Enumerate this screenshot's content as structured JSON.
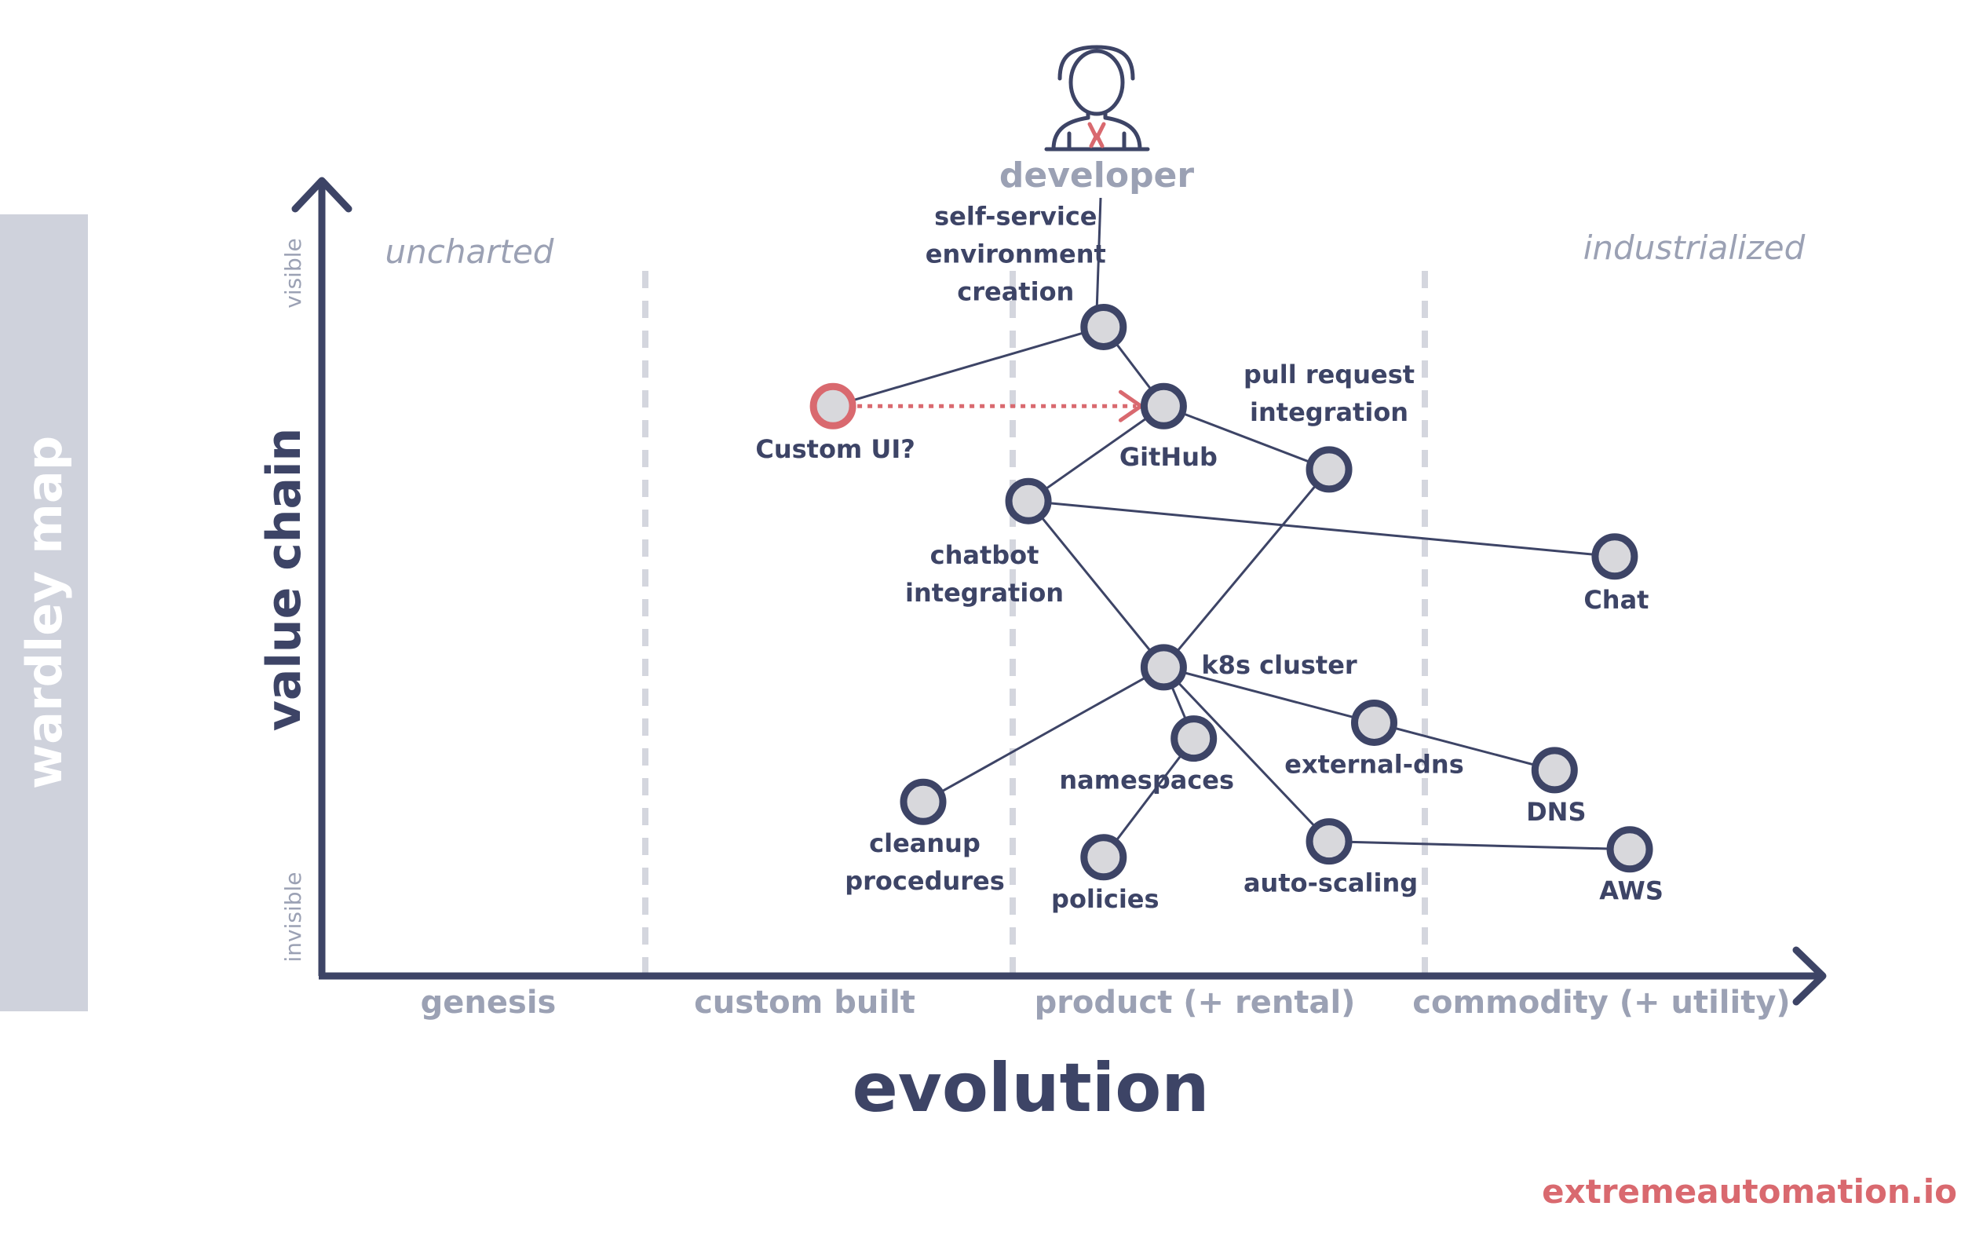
{
  "side_label": "wardley map",
  "actor": {
    "label": "developer",
    "icon": "developer-person-icon"
  },
  "y_axis": {
    "label": "value chain",
    "top": "visible",
    "bottom": "invisible"
  },
  "x_axis": {
    "label": "evolution",
    "stages": [
      "genesis",
      "custom built",
      "product (+ rental)",
      "commodity (+ utility)"
    ]
  },
  "regions": {
    "left": "uncharted",
    "right": "industrialized"
  },
  "components": [
    {
      "id": "sse",
      "label_lines": [
        "self-service",
        "environment",
        "creation"
      ],
      "evolution": 0.52,
      "visibility": 0.82
    },
    {
      "id": "customui",
      "label_lines": [
        "Custom UI?"
      ],
      "evolution": 0.34,
      "visibility": 0.72,
      "highlight": true
    },
    {
      "id": "github",
      "label_lines": [
        "GitHub"
      ],
      "evolution": 0.56,
      "visibility": 0.72
    },
    {
      "id": "pr",
      "label_lines": [
        "pull request",
        "integration"
      ],
      "evolution": 0.67,
      "visibility": 0.64
    },
    {
      "id": "chatbot",
      "label_lines": [
        "chatbot",
        "integration"
      ],
      "evolution": 0.47,
      "visibility": 0.6
    },
    {
      "id": "chat",
      "label_lines": [
        "Chat"
      ],
      "evolution": 0.86,
      "visibility": 0.53
    },
    {
      "id": "k8s",
      "label_lines": [
        "k8s cluster"
      ],
      "evolution": 0.56,
      "visibility": 0.39
    },
    {
      "id": "namespaces",
      "label_lines": [
        "namespaces"
      ],
      "evolution": 0.58,
      "visibility": 0.3
    },
    {
      "id": "extdns",
      "label_lines": [
        "external-dns"
      ],
      "evolution": 0.7,
      "visibility": 0.32
    },
    {
      "id": "dns",
      "label_lines": [
        "DNS"
      ],
      "evolution": 0.82,
      "visibility": 0.26
    },
    {
      "id": "cleanup",
      "label_lines": [
        "cleanup",
        "procedures"
      ],
      "evolution": 0.4,
      "visibility": 0.22
    },
    {
      "id": "policies",
      "label_lines": [
        "policies"
      ],
      "evolution": 0.52,
      "visibility": 0.15
    },
    {
      "id": "autoscaling",
      "label_lines": [
        "auto-scaling"
      ],
      "evolution": 0.67,
      "visibility": 0.17
    },
    {
      "id": "aws",
      "label_lines": [
        "AWS"
      ],
      "evolution": 0.87,
      "visibility": 0.16
    }
  ],
  "links": [
    [
      "sse",
      "customui"
    ],
    [
      "sse",
      "github"
    ],
    [
      "github",
      "chatbot"
    ],
    [
      "github",
      "pr"
    ],
    [
      "chatbot",
      "chat"
    ],
    [
      "chatbot",
      "k8s"
    ],
    [
      "pr",
      "k8s"
    ],
    [
      "k8s",
      "cleanup"
    ],
    [
      "k8s",
      "namespaces"
    ],
    [
      "k8s",
      "extdns"
    ],
    [
      "k8s",
      "autoscaling"
    ],
    [
      "namespaces",
      "policies"
    ],
    [
      "extdns",
      "dns"
    ],
    [
      "autoscaling",
      "aws"
    ]
  ],
  "movements": [
    [
      "customui",
      "github"
    ]
  ],
  "footer": "extremeautomation.io",
  "colors": {
    "navy": "#3d4466",
    "grey_text": "#9ba1b4",
    "side_band": "#cfd2dc",
    "node_fill": "#d8d8dc",
    "accent": "#d9696f",
    "divider": "#d4d6de"
  }
}
